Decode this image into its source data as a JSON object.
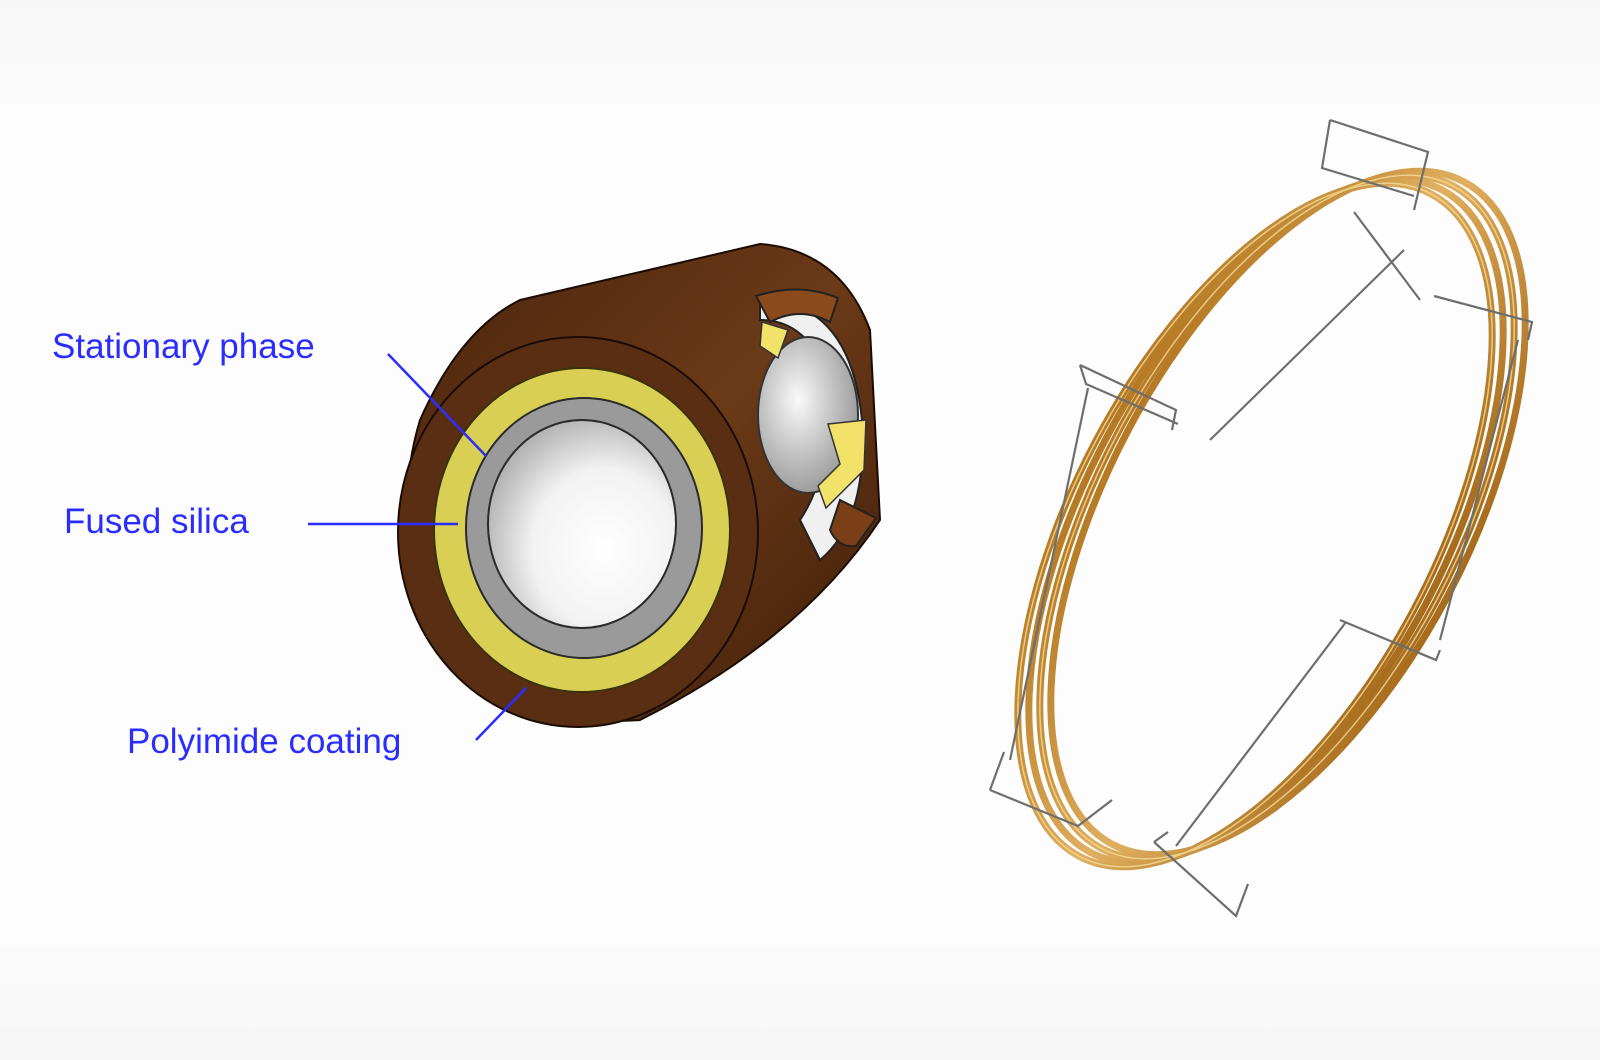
{
  "diagram": {
    "labels": {
      "stationary_phase": "Stationary phase",
      "fused_silica": "Fused silica",
      "polyimide_coating": "Polyimide coating"
    },
    "colors": {
      "label_text": "#2a2dff",
      "leader_line": "#2a2dff",
      "polyimide": "#5a2e12",
      "stationary_phase_ring": "#d9cf55",
      "fused_silica_ring": "#9a9a9a",
      "bore": "#ffffff",
      "column_tubing": "#c8923a",
      "cage_wire": "#6e6e6e"
    }
  }
}
